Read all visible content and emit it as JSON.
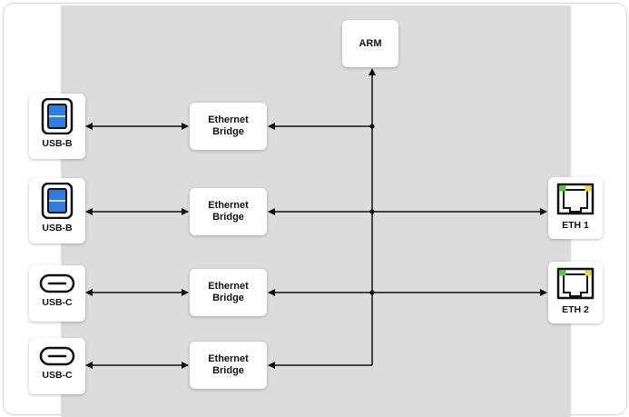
{
  "diagram": {
    "arm": {
      "label": "ARM"
    },
    "bridges": [
      {
        "line1": "Ethernet",
        "line2": "Bridge"
      },
      {
        "line1": "Ethernet",
        "line2": "Bridge"
      },
      {
        "line1": "Ethernet",
        "line2": "Bridge"
      },
      {
        "line1": "Ethernet",
        "line2": "Bridge"
      }
    ],
    "usb_ports": [
      {
        "label": "USB-B",
        "icon": "usb-b-icon"
      },
      {
        "label": "USB-B",
        "icon": "usb-b-icon"
      },
      {
        "label": "USB-C",
        "icon": "usb-c-icon"
      },
      {
        "label": "USB-C",
        "icon": "usb-c-icon"
      }
    ],
    "eth_ports": [
      {
        "label": "ETH 1",
        "icon": "rj45-icon"
      },
      {
        "label": "ETH 2",
        "icon": "rj45-icon"
      }
    ],
    "colors": {
      "panel": "#dcdcdc",
      "usb_b_blue": "#2f7dde",
      "led_green": "#44d630",
      "led_yellow": "#f3d632",
      "line": "#111111"
    }
  }
}
